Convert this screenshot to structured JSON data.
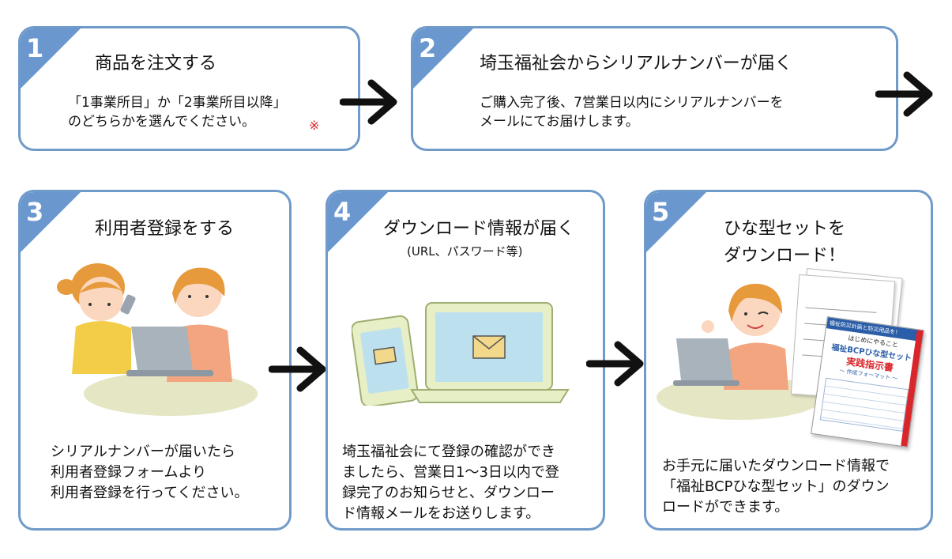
{
  "steps": [
    {
      "number": "1",
      "title": "商品を注文する",
      "body": [
        "「1事業所目」か「2事業所目以降」",
        "のどちらかを選んでください。"
      ],
      "note": "※"
    },
    {
      "number": "2",
      "title": "埼玉福祉会からシリアルナンバーが届く",
      "body": [
        "ご購入完了後、7営業日以内にシリアルナンバーを",
        "メールにてお届けします。"
      ]
    },
    {
      "number": "3",
      "title": "利用者登録をする",
      "body": [
        "シリアルナンバーが届いたら",
        "利用者登録フォームより",
        "利用者登録を行ってください。"
      ]
    },
    {
      "number": "4",
      "title": "ダウンロード情報が届く",
      "subtitle": "(URL、パスワード等)",
      "body": [
        "埼玉福祉会にて登録の確認ができ",
        "ましたら、営業日1〜3日以内で登",
        "録完了のお知らせと、ダウンロー",
        "ド情報メールをお送りします。"
      ]
    },
    {
      "number": "5",
      "title": [
        "ひな型セットを",
        "ダウンロード！"
      ],
      "body": [
        "お手元に届いたダウンロード情報で",
        "「福祉BCPひな型セット」のダウン",
        "ロードができます。"
      ]
    }
  ],
  "booklet": {
    "banner": "福祉防災計画と防災用品を！",
    "lead": "はじめにやること",
    "main1": "福祉BCPひな型セット",
    "main2": "実践指示書",
    "sub": "〜 作成フォーマット 〜"
  },
  "colors": {
    "border": "#6f9ac9",
    "corner": "#6a97cd",
    "note": "#d9262b"
  }
}
